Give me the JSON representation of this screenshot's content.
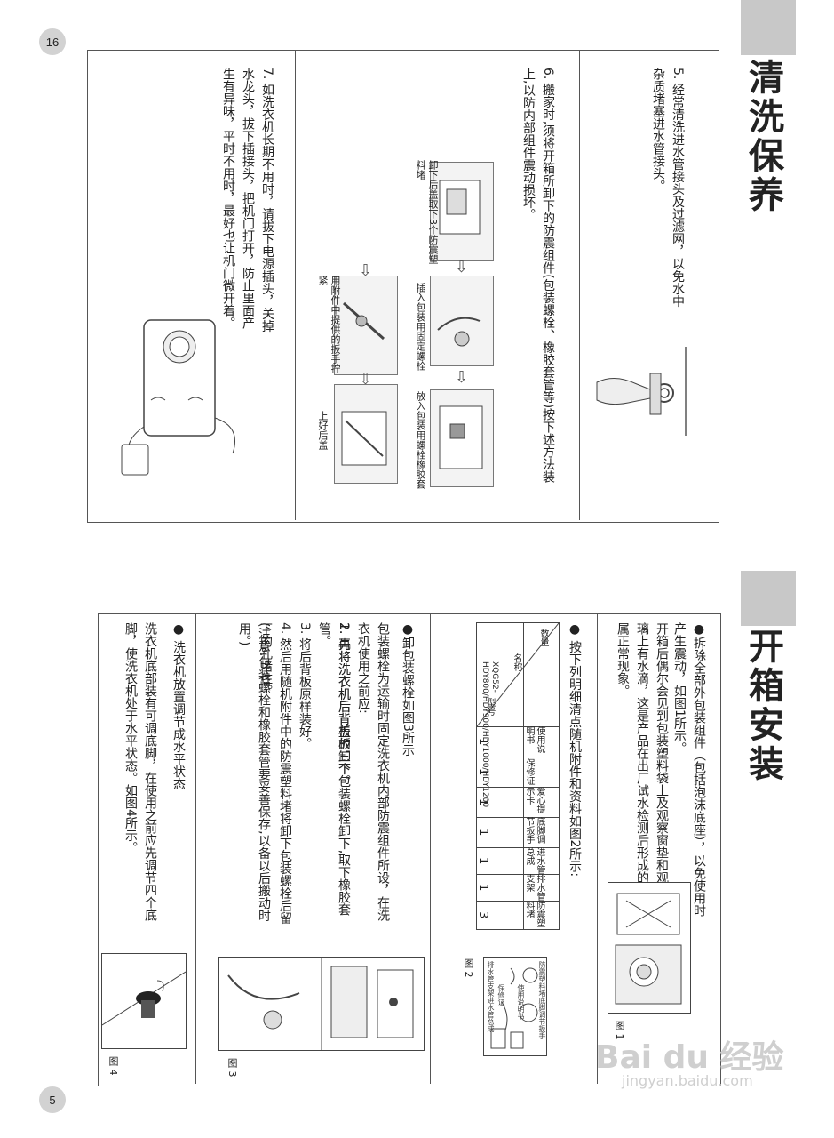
{
  "pages": {
    "left_number": "16",
    "right_number": "5"
  },
  "clean": {
    "title": "清洗保养",
    "item5": "5. 经常清洗进水管接头及过滤网，以免水中杂质堵塞进水管接头。",
    "item6": "6. 搬家时,须将开箱所卸下的防震组件(包装螺栓、橡胶套管等)按下述方法装上,以防内部组件震动损坏。",
    "steps": {
      "s1": "卸下后盖取下3个防震塑料堵",
      "s2": "插入包装用固定螺栓",
      "s3": "放入包装用螺栓橡胶套",
      "s4": "用附件中提供的扳手拧紧",
      "s5": "上好后盖"
    },
    "item7": "7. 如洗衣机长期不用时，请拔下电源插头，关掉水龙头，拔下插接头，把机门打开，防止里面产生有异味，平时不用时，最好也让机门微开着。"
  },
  "install": {
    "title": "开箱安装",
    "p1": "●拆除全部外包装组件（包括泡沫底座），以免使用时产生震动，如图1所示。",
    "p1b": "开箱后偶尔会见到包装塑料袋上及观察窗垫和观察窗玻璃上有水滴，这是产品在出厂试水检测后形成的凝露，属正常现象。",
    "p2": "● 按下列明细清点随机附件和资料如图2所示:",
    "table": {
      "corner_top": "数量",
      "corner_mid": "名称",
      "corner_bottom": "型号",
      "headers": [
        "使用说明书",
        "保修证",
        "爱心提示卡",
        "底脚调节扳手",
        "进水管总成",
        "排水管支架",
        "防震塑料堵"
      ],
      "model": "XQG52-HDY800/HDY900/HDY1000/HDY1200",
      "values": [
        "1",
        "1",
        "1",
        "1",
        "1",
        "1",
        "3"
      ]
    },
    "p3_head": "●卸包装螺栓如图3所示",
    "p3_intro": "包装螺栓为运输时固定洗衣机内部防震组件所设，在洗衣机使用之前应:",
    "p3_steps": [
      "1. 先将洗衣机后背盖板卸下。",
      "2. 再将洗衣机后背板的三个包装螺栓卸下,取下橡胶套管。",
      "3. 将后背板原样装好。",
      "4. 然后用随机附件中的防震塑料堵将卸下包装螺栓后留下的孔堵住。"
    ],
    "p3_note": "(注意:包装螺栓和橡胶套管要妥善保存,以备以后搬动时用。)",
    "p4_head": "● 洗衣机放置调节成水平状态",
    "p4": "洗衣机底部装有可调底脚，在使用之前应先调节四个底脚，使洗衣机处于水平状态。如图4所示。",
    "fig1": "图 1",
    "fig2": "图 2",
    "fig3": "图 3",
    "fig4": "图 4",
    "fig2_items": [
      "防震塑料堵",
      "底脚调节扳手",
      "排水管支架",
      "进水管总成",
      "保修证",
      "使用说明书"
    ]
  },
  "watermark": {
    "logo": "Bai du 经验",
    "url": "jingyan.baidu.com"
  }
}
